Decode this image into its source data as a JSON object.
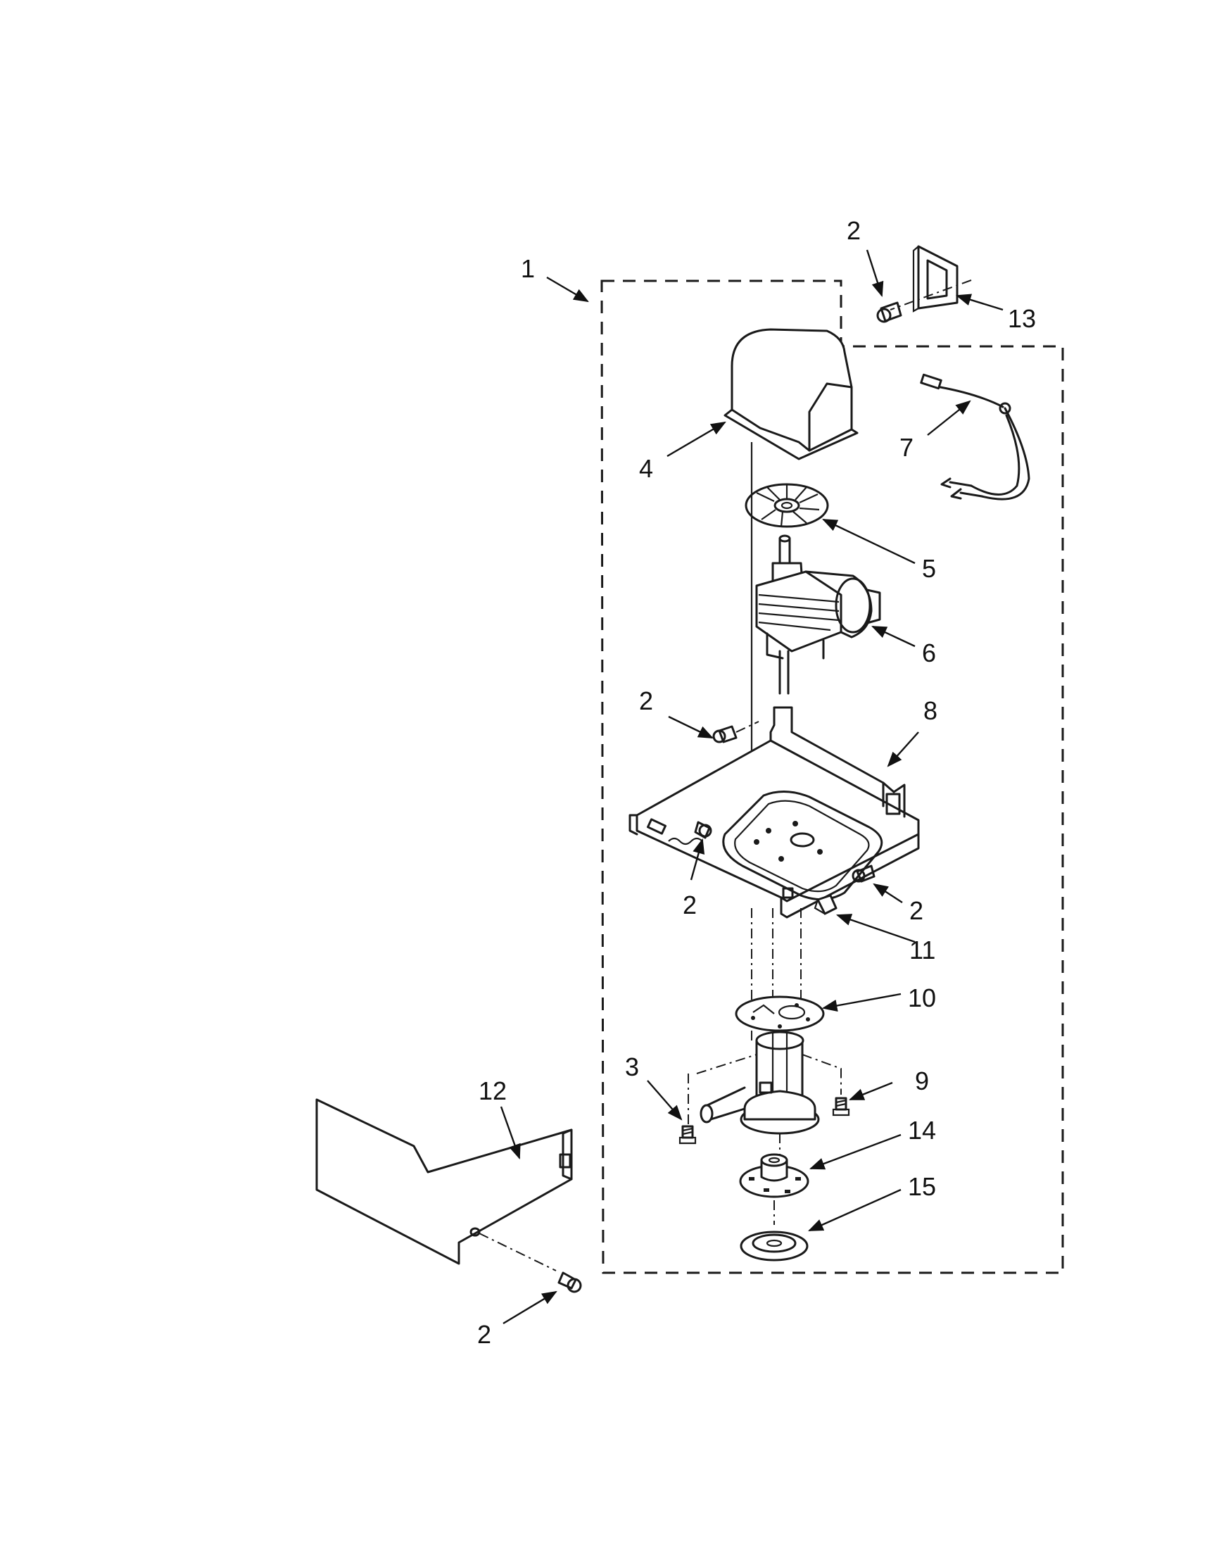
{
  "callouts": [
    {
      "id": "c1",
      "text": "1"
    },
    {
      "id": "c2a",
      "text": "2"
    },
    {
      "id": "c13",
      "text": "13"
    },
    {
      "id": "c4",
      "text": "4"
    },
    {
      "id": "c7",
      "text": "7"
    },
    {
      "id": "c5",
      "text": "5"
    },
    {
      "id": "c6",
      "text": "6"
    },
    {
      "id": "c2b",
      "text": "2"
    },
    {
      "id": "c8",
      "text": "8"
    },
    {
      "id": "c2c",
      "text": "2"
    },
    {
      "id": "c2d",
      "text": "2"
    },
    {
      "id": "c11",
      "text": "11"
    },
    {
      "id": "c10",
      "text": "10"
    },
    {
      "id": "c3",
      "text": "3"
    },
    {
      "id": "c9",
      "text": "9"
    },
    {
      "id": "c12",
      "text": "12"
    },
    {
      "id": "c14",
      "text": "14"
    },
    {
      "id": "c15",
      "text": "15"
    },
    {
      "id": "c2e",
      "text": "2"
    }
  ],
  "colors": {
    "ink": "#1a1a1a",
    "paper": "#ffffff"
  }
}
